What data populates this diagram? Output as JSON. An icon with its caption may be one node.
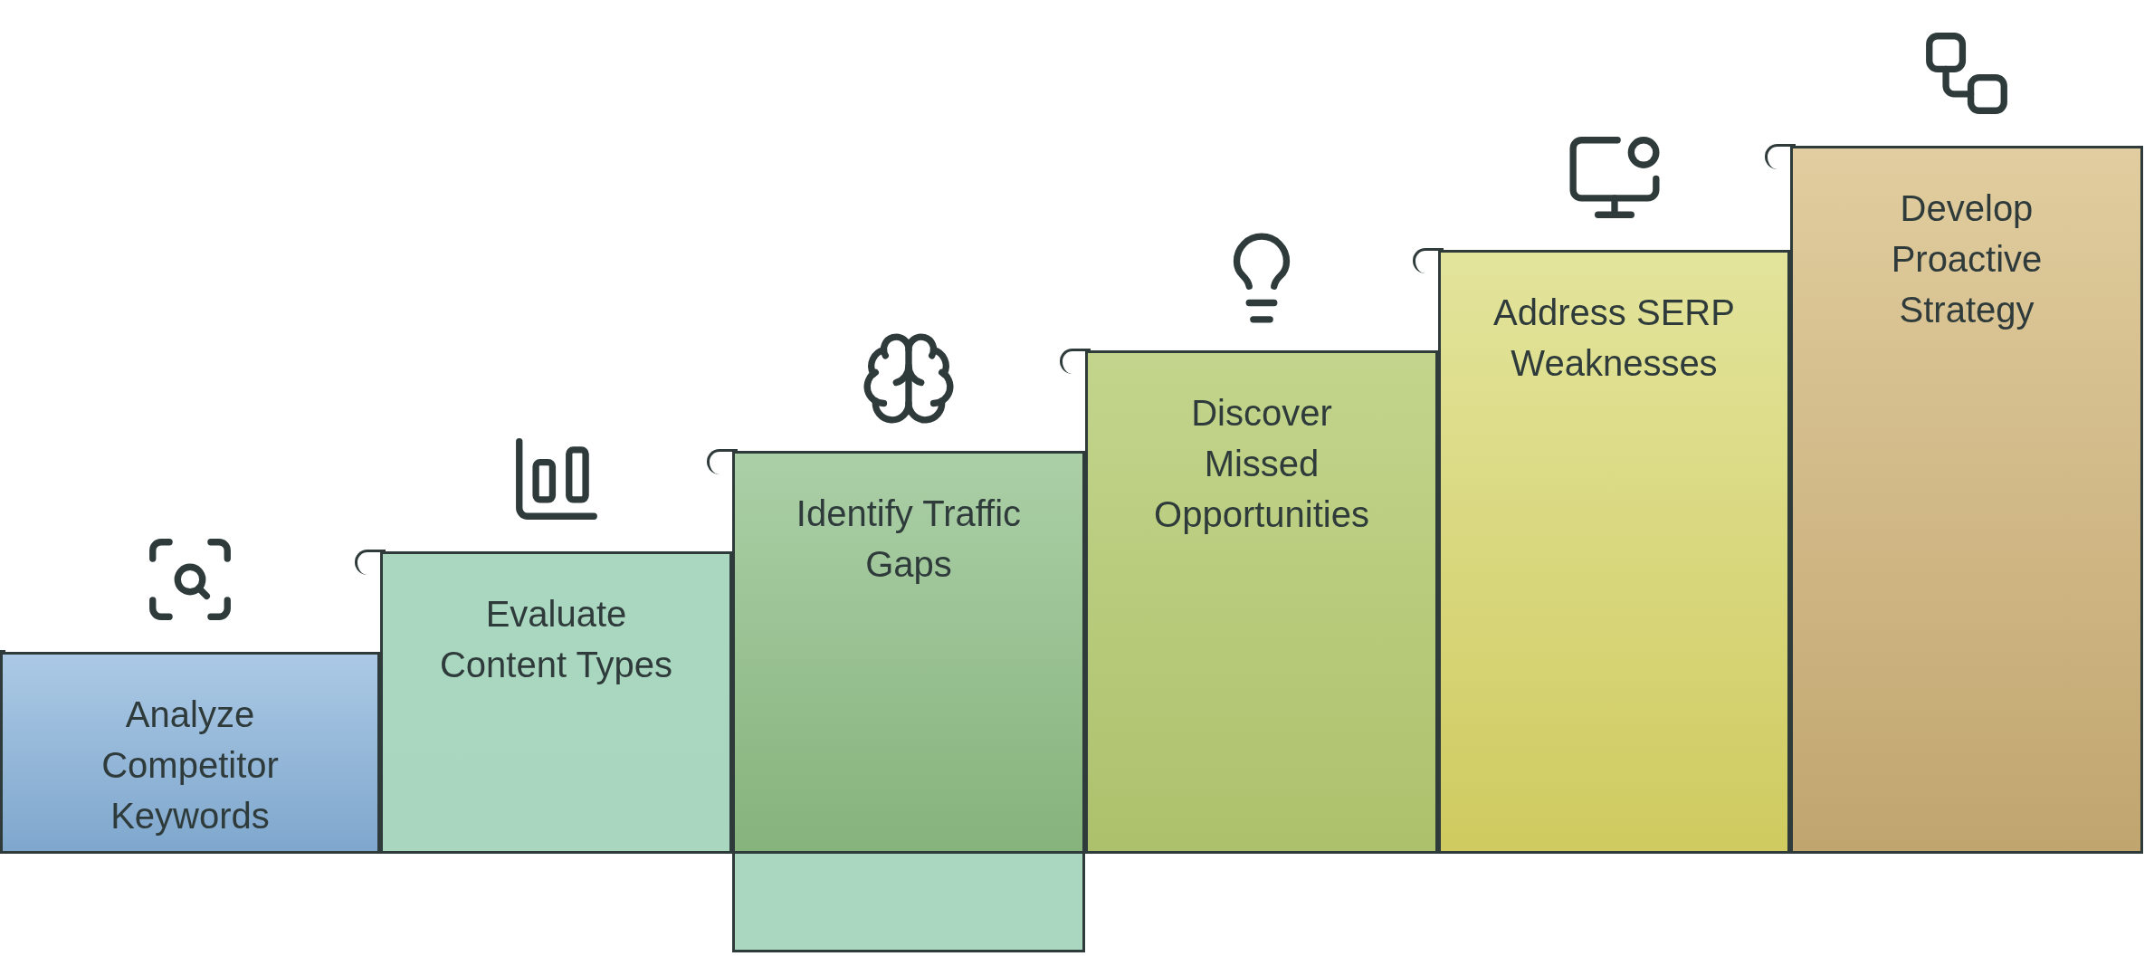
{
  "diagram": {
    "nodes": [
      {
        "text": [
          "Analyze Competitor Keywords"
        ]
      },
      {
        "text": [
          "Evaluate Content Types"
        ]
      },
      {
        "text": [
          "Identify Traffic Gaps"
        ]
      },
      {
        "text": [
          "Discover Missed Opportunities"
        ]
      },
      {
        "text": [
          "Address SERP Weaknesses"
        ]
      },
      {
        "text": [
          "Develop Proactive Strategy"
        ]
      },
      {
        "text": [],
        "shape": "box"
      }
    ]
  }
}
